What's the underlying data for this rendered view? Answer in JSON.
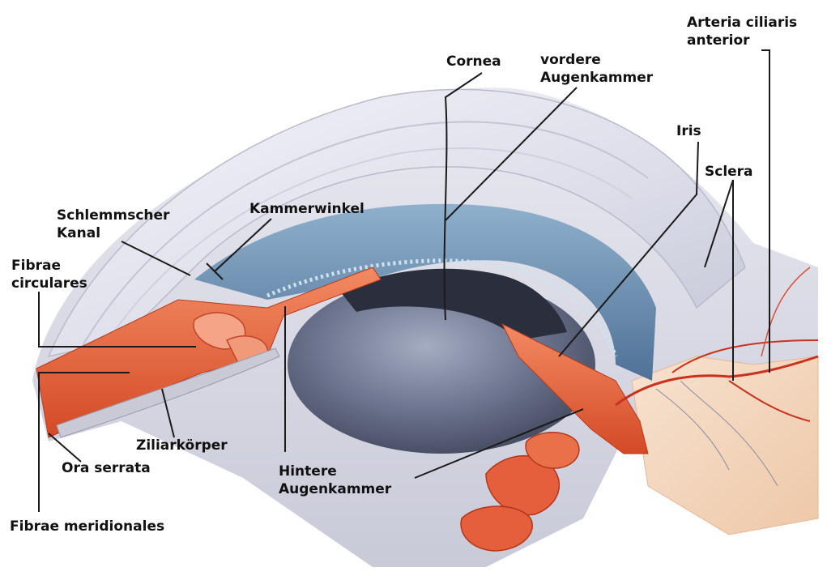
{
  "labels": {
    "cornea": "Cornea",
    "vordere_1": "vordere",
    "vordere_2": "Augenkammer",
    "arteria_1": "Arteria ciliaris",
    "arteria_2": "anterior",
    "iris": "Iris",
    "sclera": "Sclera",
    "schlemm_1": "Schlemmscher",
    "schlemm_2": "Kanal",
    "kammerwinkel": "Kammerwinkel",
    "fibrae_circ_1": "Fibrae",
    "fibrae_circ_2": "circulares",
    "ziliarkoerper": "Ziliarkörper",
    "ora_serrata": "Ora serrata",
    "hintere_1": "Hintere",
    "hintere_2": "Augenkammer",
    "fibrae_merid": "Fibrae meridionales"
  },
  "colors": {
    "sclera": "#dcdde8",
    "cornea": "#e8e8f0",
    "iris": "#6f8fb0",
    "lens": "#5a6478",
    "muscle": "#e0603a",
    "vessel": "#c8321e",
    "leader": "#1a1a1a"
  }
}
